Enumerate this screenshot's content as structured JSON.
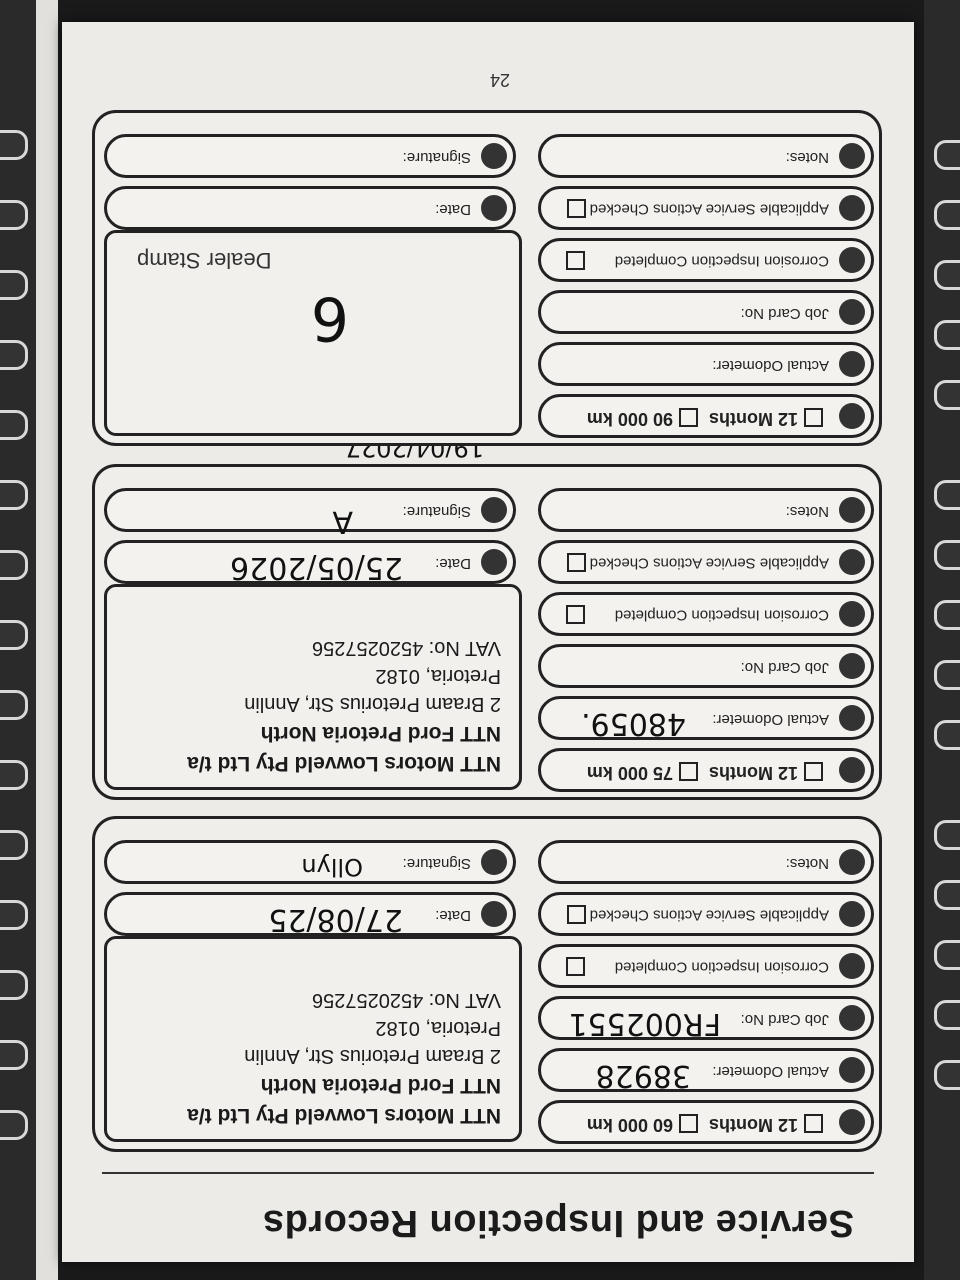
{
  "page": {
    "title": "Service and Inspection Records",
    "page_number": "24"
  },
  "field_labels": {
    "actual_odometer": "Actual Odometer:",
    "job_card_no": "Job Card No:",
    "corrosion": "Corrosion Inspection Completed",
    "applicable": "Applicable Service Actions Checked",
    "notes": "Notes:",
    "date": "Date:",
    "signature": "Signature:",
    "dealer_stamp": "Dealer Stamp",
    "months": "12 Months"
  },
  "dealer": {
    "line1": "NTT Motors Lowveld Pty Ltd t/a",
    "line2": "NTT Ford Pretoria North",
    "line3": "2 Braam Pretorius Str, Annlin",
    "line4": "Pretoria, 0182",
    "line5": "VAT No: 4520257256"
  },
  "records": [
    {
      "km": "60 000 km",
      "odometer": "38928",
      "job_card": "FR002551",
      "date": "27/08/25",
      "signature": "Ollyn"
    },
    {
      "km": "75 000 km",
      "odometer": "48059.",
      "job_card": "",
      "date": "25/05/2026",
      "signature": "A"
    },
    {
      "km": "90 000 km",
      "odometer": "",
      "job_card": "",
      "date": "",
      "signature": "",
      "extra_note": "19/04/2027.",
      "stamp_number": "6"
    }
  ]
}
